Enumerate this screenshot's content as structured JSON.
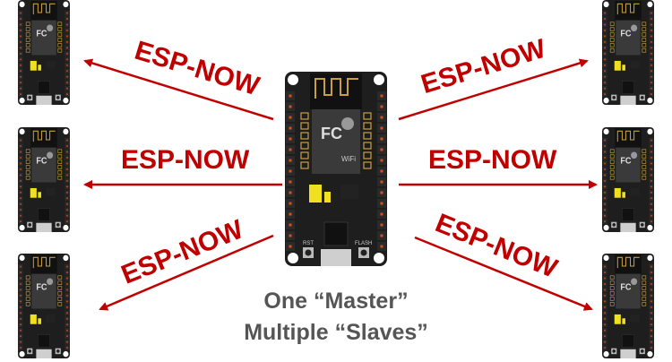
{
  "colors": {
    "arrow": "#c00000",
    "caption": "#555555",
    "board": "#1e1e1e",
    "pin": "#e04a1a"
  },
  "labels": [
    "ESP-NOW",
    "ESP-NOW",
    "ESP-NOW",
    "ESP-NOW",
    "ESP-NOW",
    "ESP-NOW"
  ],
  "caption": {
    "line1": "One “Master”",
    "line2": "Multiple “Slaves”"
  },
  "board": {
    "rst": "RST",
    "flash": "FLASH",
    "wifi": "WiFi"
  }
}
